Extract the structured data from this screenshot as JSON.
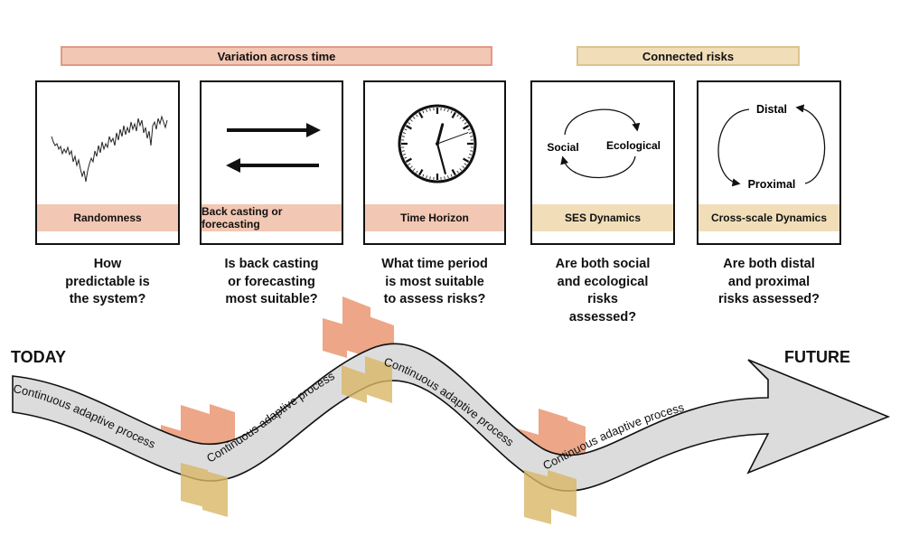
{
  "headers": {
    "time": "Variation across time",
    "risk": "Connected risks"
  },
  "panels": [
    {
      "label": "Randomness",
      "question": [
        "How",
        "predictable is",
        "the system?"
      ]
    },
    {
      "label": "Back casting or forecasting",
      "question": [
        "Is back casting",
        "or forecasting",
        "most suitable?"
      ]
    },
    {
      "label": "Time Horizon",
      "question": [
        "What time period",
        "is most suitable",
        "to assess risks?"
      ]
    },
    {
      "label": "SES Dynamics",
      "question": [
        "Are both social",
        "and ecological",
        "risks",
        "assessed?"
      ]
    },
    {
      "label": "Cross-scale Dynamics",
      "question": [
        "Are both distal",
        "and proximal",
        "risks assessed?"
      ]
    }
  ],
  "ses": {
    "social": "Social",
    "ecological": "Ecological"
  },
  "scale": {
    "distal": "Distal",
    "proximal": "Proximal"
  },
  "timeline": {
    "start": "TODAY",
    "end": "FUTURE",
    "process_label": "Continuous adaptive process"
  },
  "colors": {
    "time_accent": "#f2c7b3",
    "risk_accent": "#f1deb9",
    "orange_block": "#e9916b",
    "tan_block": "#d9b767",
    "band": "#dcdcdc"
  }
}
